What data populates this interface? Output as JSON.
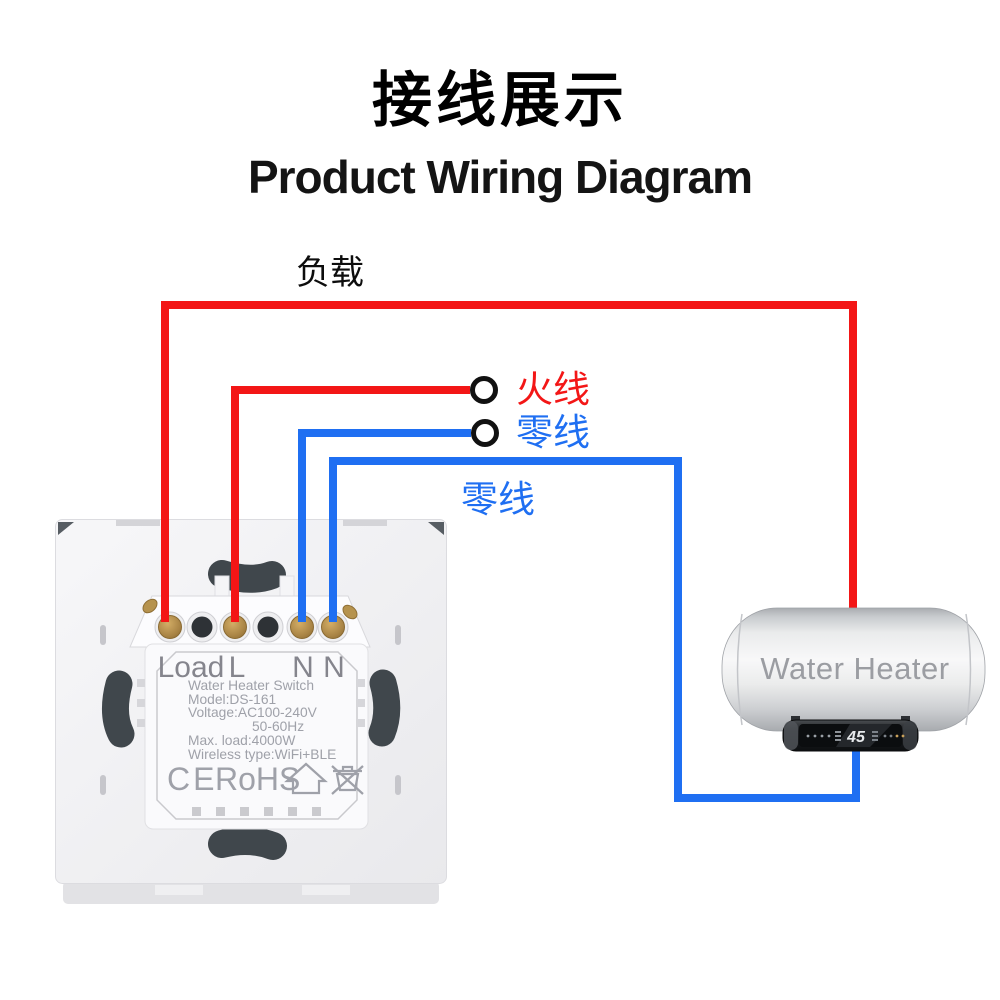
{
  "page": {
    "title_cn": "接线展示",
    "title_en": "Product Wiring Diagram",
    "background": "#ffffff"
  },
  "wiring": {
    "load_label": "负载",
    "live_label": "火线",
    "neutral_label_top": "零线",
    "neutral_label_bottom": "零线",
    "live_color": "#f31616",
    "neutral_color": "#1f6ff2",
    "node_ring_color": "#111111"
  },
  "switch": {
    "terminal_labels": [
      "Load",
      "L",
      "N",
      "N"
    ],
    "info_lines": [
      "Water Heater Switch",
      "Model:DS-161",
      "Voltage:AC100-240V",
      "50-60Hz",
      "Max. load:4000W",
      "Wireless type:WiFi+BLE"
    ],
    "cert_ce": "CE",
    "cert_rohs": "RoHS"
  },
  "heater": {
    "label": "Water Heater",
    "display_value": "45"
  }
}
